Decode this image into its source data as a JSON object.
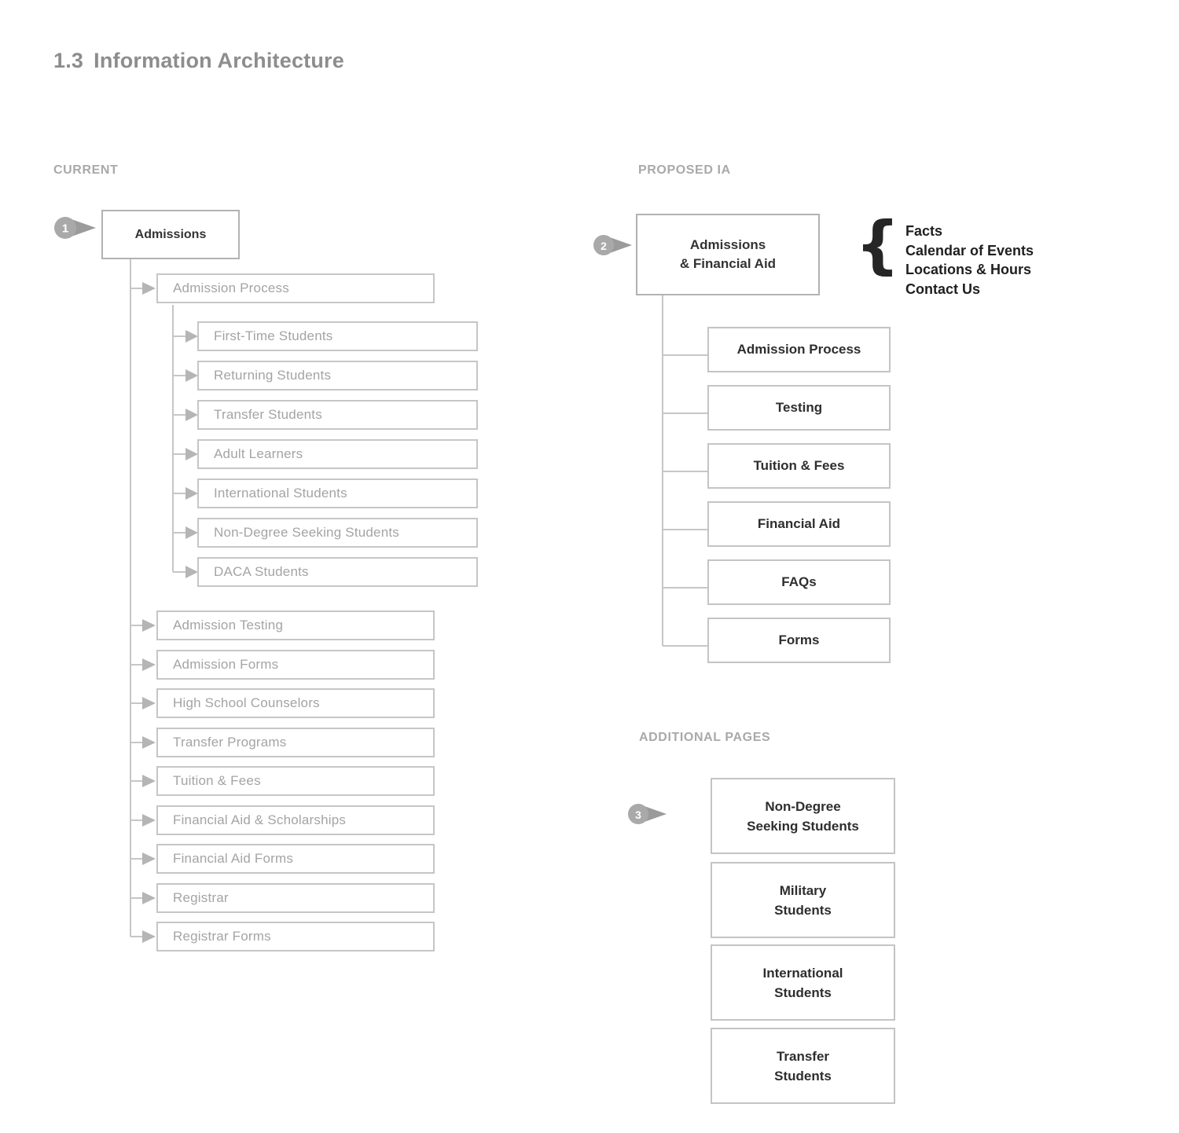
{
  "title": {
    "number": "1.3",
    "text": "Information Architecture"
  },
  "current": {
    "label": "CURRENT",
    "marker": "1",
    "root": "Admissions",
    "level2": [
      "Admission Process",
      "Admission Testing",
      "Admission Forms",
      "High School Counselors",
      "Transfer Programs",
      "Tuition & Fees",
      "Financial Aid & Scholarships",
      "Financial Aid Forms",
      "Registrar",
      "Registrar Forms"
    ],
    "level3": [
      "First-Time Students",
      "Returning Students",
      "Transfer Students",
      "Adult Learners",
      "International Students",
      "Non-Degree Seeking Students",
      "DACA Students"
    ]
  },
  "proposed": {
    "label": "PROPOSED IA",
    "marker": "2",
    "root": {
      "line1": "Admissions",
      "line2": "& Financial Aid"
    },
    "children": [
      "Admission Process",
      "Testing",
      "Tuition & Fees",
      "Financial Aid",
      "FAQs",
      "Forms"
    ],
    "brace": "{",
    "brace_items": [
      "Facts",
      "Calendar of Events",
      "Locations & Hours",
      "Contact Us"
    ]
  },
  "additional": {
    "label": "ADDITIONAL PAGES",
    "marker": "3",
    "pages": [
      {
        "line1": "Non-Degree",
        "line2": "Seeking Students"
      },
      {
        "line1": "Military",
        "line2": "Students"
      },
      {
        "line1": "International",
        "line2": "Students"
      },
      {
        "line1": "Transfer",
        "line2": "Students"
      }
    ]
  },
  "colors": {
    "connector": "#c6c6c6",
    "box_border": "#c6c6c6",
    "root_border": "#b2b2b2",
    "muted_text": "#a4a4a4",
    "dark_text": "#2e2e2e",
    "title_text": "#8d8d8d",
    "section_label": "#a9a9a9",
    "marker_fill": "#a9a9a9",
    "arrow_fill": "#b5b5b5"
  }
}
